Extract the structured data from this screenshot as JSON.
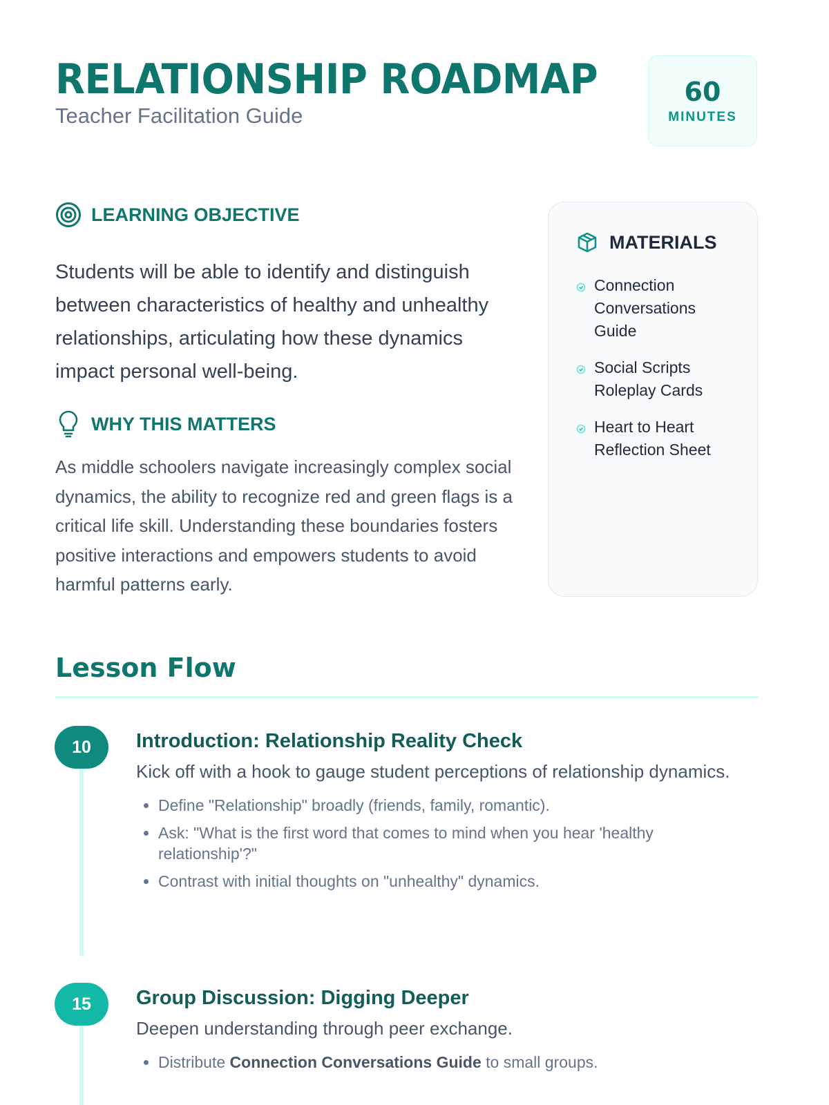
{
  "header": {
    "title": "RELATIONSHIP ROADMAP",
    "subtitle": "Teacher Facilitation Guide",
    "duration": {
      "value": "60",
      "unit": "MINUTES"
    }
  },
  "objective": {
    "heading": "LEARNING OBJECTIVE",
    "text": "Students will be able to identify and distinguish between characteristics of healthy and unhealthy relationships, articulating how these dynamics impact personal well-being."
  },
  "why": {
    "heading": "WHY THIS MATTERS",
    "text": "As middle schoolers navigate increasingly complex social dynamics, the ability to recognize red and green flags is a critical life skill. Understanding these boundaries fosters positive interactions and empowers students to avoid harmful patterns early."
  },
  "materials": {
    "heading": "MATERIALS",
    "items": [
      "Connection Conversations Guide",
      "Social Scripts Roleplay Cards",
      "Heart to Heart Reflection Sheet"
    ]
  },
  "lesson_flow": {
    "heading": "Lesson Flow",
    "steps": [
      {
        "minutes": "10",
        "title": "Introduction: Relationship Reality Check",
        "desc": "Kick off with a hook to gauge student perceptions of relationship dynamics.",
        "bullets": [
          "Define \"Relationship\" broadly (friends, family, romantic).",
          "Ask: \"What is the first word that comes to mind when you hear 'healthy relationship'?\"",
          "Contrast with initial thoughts on \"unhealthy\" dynamics."
        ]
      },
      {
        "minutes": "15",
        "title": "Group Discussion: Digging Deeper",
        "desc": "Deepen understanding through peer exchange.",
        "bullet_pre": "Distribute ",
        "bullet_bold": "Connection Conversations Guide",
        "bullet_post": " to small groups."
      }
    ]
  },
  "colors": {
    "primary": "#0f766e",
    "accent": "#14b8a6",
    "badge1": "#0f8a7e",
    "badge2": "#14b8a6"
  }
}
